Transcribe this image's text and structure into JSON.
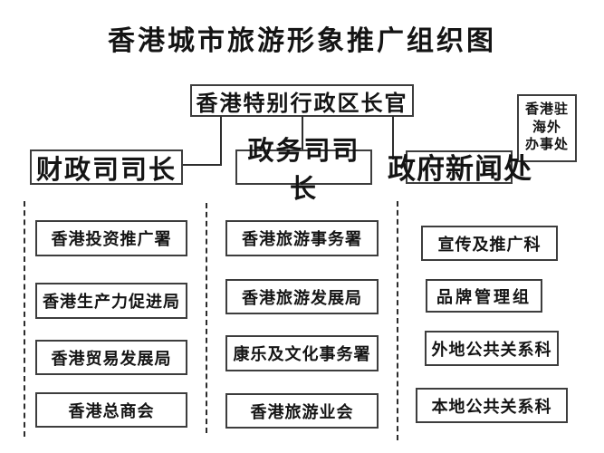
{
  "title": "香港城市旅游形象推广组织图",
  "org_chart": {
    "root": "香港特别行政区长官",
    "overseas_office": "香港驻\n海外\n办事处",
    "branches": [
      {
        "label": "财政司司长",
        "children": [
          "香港投资推广署",
          "香港生产力促进局",
          "香港贸易发展局",
          "香港总商会"
        ]
      },
      {
        "label": "政务司司长",
        "children": [
          "香港旅游事务署",
          "香港旅游发展局",
          "康乐及文化事务署",
          "香港旅游业会"
        ]
      },
      {
        "label": "政府新闻处",
        "children": [
          "宣传及推广科",
          "品牌管理组",
          "外地公共关系科",
          "本地公共关系科"
        ]
      }
    ]
  },
  "colors": {
    "background": "#ffffff",
    "border": "#3d3d3d",
    "text": "#141414"
  }
}
